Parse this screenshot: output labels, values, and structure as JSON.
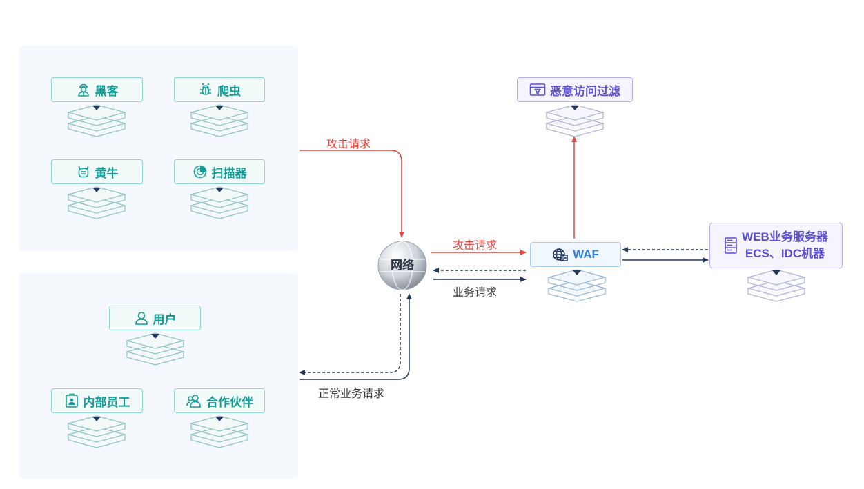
{
  "threat_group": {
    "nodes": [
      {
        "label": "黑客",
        "icon": "hacker-icon"
      },
      {
        "label": "爬虫",
        "icon": "bug-icon"
      },
      {
        "label": "黄牛",
        "icon": "scalper-icon"
      },
      {
        "label": "扫描器",
        "icon": "scanner-icon"
      }
    ]
  },
  "normal_group": {
    "nodes": [
      {
        "label": "用户",
        "icon": "user-icon"
      },
      {
        "label": "内部员工",
        "icon": "employee-badge-icon"
      },
      {
        "label": "合作伙伴",
        "icon": "partners-icon"
      }
    ]
  },
  "network": {
    "label": "网络",
    "icon": "globe-icon"
  },
  "waf": {
    "label": "WAF",
    "icon": "globe-firewall-icon"
  },
  "filter": {
    "label": "恶意访问过滤",
    "icon": "browser-filter-icon"
  },
  "server": {
    "line1": "WEB业务服务器",
    "line2": "ECS、IDC机器",
    "icon": "server-icon"
  },
  "edges": {
    "attack_in": "攻击请求",
    "attack_to_waf": "攻击请求",
    "business": "业务请求",
    "normal": "正常业务请求"
  },
  "colors": {
    "teal": "#119c96",
    "purple": "#5b4fd3",
    "blue": "#2f7fd6",
    "attack": "#e0443e",
    "normal": "#24375c"
  }
}
